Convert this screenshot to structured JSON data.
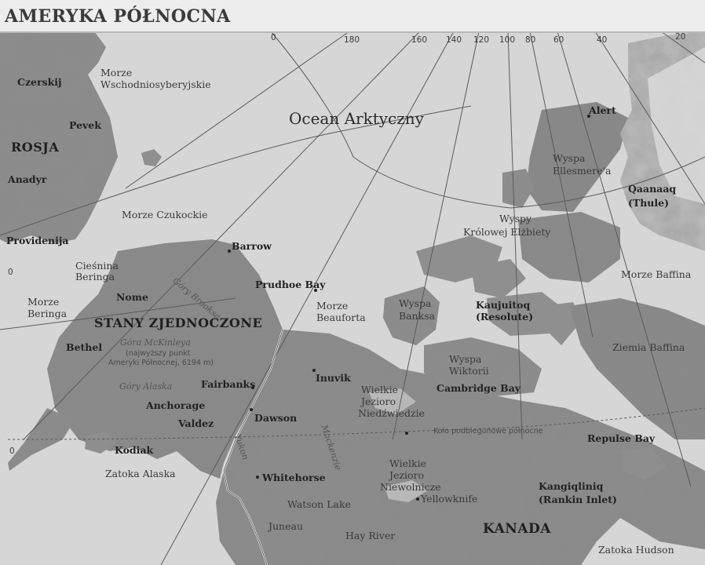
{
  "title": "AMERYKA PÓŁNOCNA",
  "ocean": "Ocean Arktyczny",
  "degrees": [
    "180",
    "160",
    "140",
    "120",
    "100",
    "80",
    "60",
    "40",
    "20",
    "0",
    "0",
    "0"
  ],
  "countries": [
    "ROSJA",
    "STANY ZJEDNOCZONE",
    "KANADA"
  ],
  "seas": {
    "east_siberian_1": "Morze",
    "east_siberian_2": "Wschodniosyberyjskie",
    "chukchi": "Morze Czukockie",
    "bering_strait_1": "Cieśnina",
    "bering_strait_2": "Beringa",
    "bering_sea_1": "Morze",
    "bering_sea_2": "Beringa",
    "beaufort_1": "Morze",
    "beaufort_2": "Beauforta",
    "baffin_sea": "Morze Baffina",
    "alaska_gulf": "Zatoka Alaska",
    "hudson": "Zatoka Hudson"
  },
  "places": {
    "czerski": "Czerskij",
    "pevek": "Pevek",
    "anadyr": "Anadyr",
    "providenija": "Providenija",
    "nome": "Nome",
    "bethel": "Bethel",
    "barrow": "Barrow",
    "prudhoe": "Prudhoe Bay",
    "fairbanks": "Fairbanks",
    "anchorage": "Anchorage",
    "valdez": "Valdez",
    "kodiak": "Kodiak",
    "inuvik": "Inuvik",
    "dawson": "Dawson",
    "whitehorse": "Whitehorse",
    "watson": "Watson Lake",
    "juneau": "Juneau",
    "hay_river": "Hay River",
    "yellowknife": "Yellowknife",
    "cambridge": "Cambridge Bay",
    "alert": "Alert",
    "kaujuitoq_1": "Kaujuitoq",
    "kaujuitoq_2": "(Resolute)",
    "qaanaaq_1": "Qaanaaq",
    "qaanaaq_2": "(Thule)",
    "repulse": "Repulse Bay",
    "kangiqliniq_1": "Kangiqliniq",
    "kangiqliniq_2": "(Rankin Inlet)"
  },
  "regions": {
    "gory_brooksa": "Góry Brooksa",
    "mckinley_1": "Góra McKinleya",
    "mckinley_2": "(najwyższy punkt",
    "mckinley_3": "Ameryki Północnej, 6194 m)",
    "gory_alaska": "Góry Alaska",
    "yukon": "Yukon",
    "mackenzie": "Mackenzie",
    "wyspy_krolowej_1": "Wyspy",
    "wyspy_krolowej_2": "Królowej Elżbiety",
    "wyspa_banksa_1": "Wyspa",
    "wyspa_banksa_2": "Banksa",
    "wyspa_wiktorii_1": "Wyspa",
    "wyspa_wiktorii_2": "Wiktorii",
    "wyspa_ellesmere_1": "Wyspa",
    "wyspa_ellesmere_2": "Ellesmere'a",
    "ziemia_baffina": "Ziemia Baffina",
    "wielkie_niedzwiedzie_1": "Wielkie",
    "wielkie_niedzwiedzie_2": "Jezioro",
    "wielkie_niedzwiedzie_3": "Niedźwiedzie",
    "wielkie_niewolnicze_1": "Wielkie",
    "wielkie_niewolnicze_2": "Jezioro",
    "wielkie_niewolnicze_3": "Niewolnicze",
    "kolo_podbiegunowe": "Koło podbiegunowe północne"
  }
}
